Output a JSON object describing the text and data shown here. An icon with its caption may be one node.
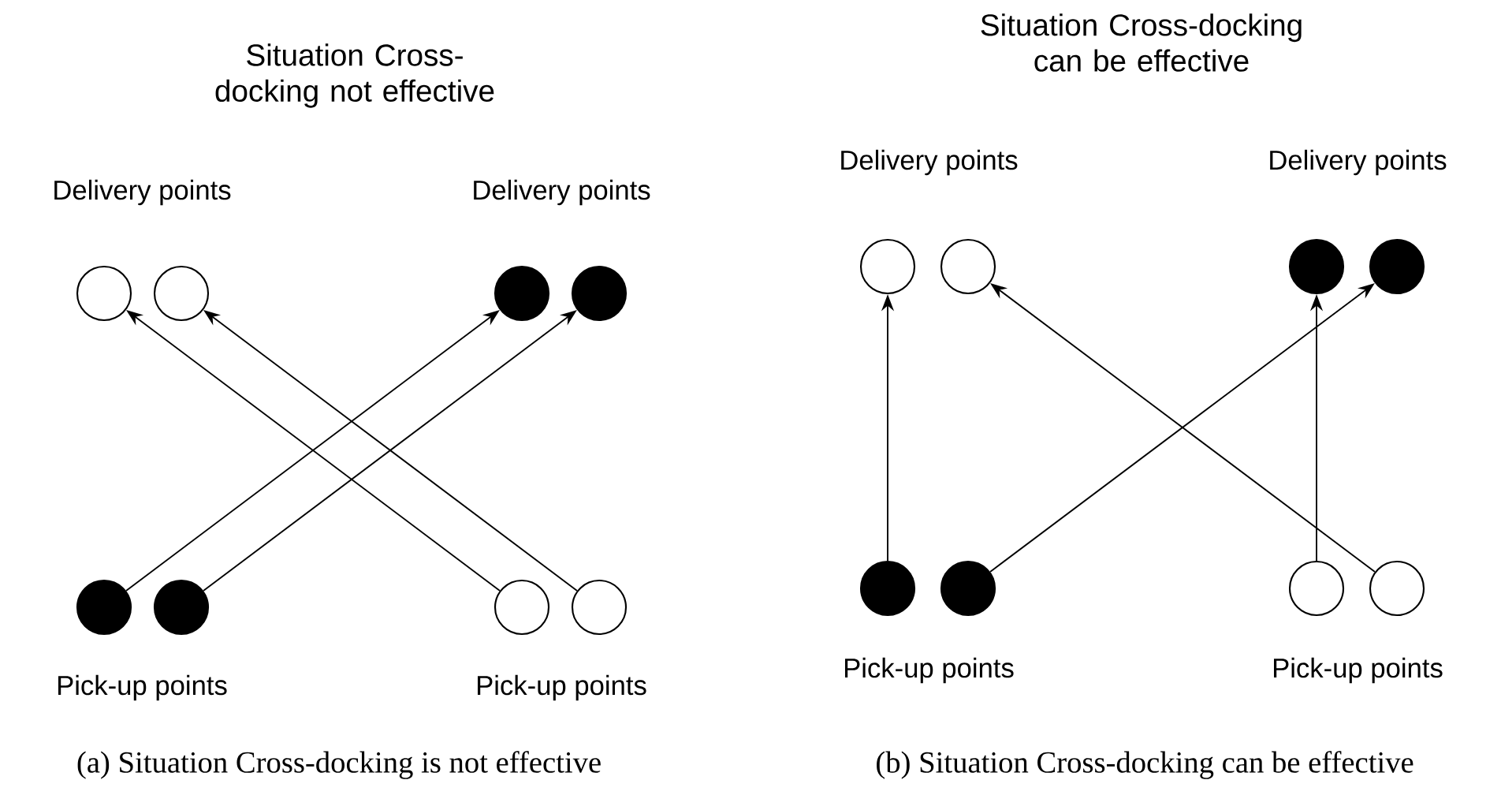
{
  "diagram": {
    "nodes": [
      {
        "text": [],
        "shape": "circle"
      },
      {
        "text": [],
        "shape": "circle"
      },
      {
        "text": [],
        "shape": "dot"
      },
      {
        "text": [],
        "shape": "dot"
      },
      {
        "text": [],
        "shape": "dot"
      },
      {
        "text": [],
        "shape": "dot"
      },
      {
        "text": [],
        "shape": "circle"
      },
      {
        "text": [],
        "shape": "circle"
      },
      {
        "text": [],
        "shape": "circle"
      },
      {
        "text": [],
        "shape": "circle"
      },
      {
        "text": [],
        "shape": "dot"
      },
      {
        "text": [],
        "shape": "dot"
      },
      {
        "text": [],
        "shape": "dot"
      },
      {
        "text": [],
        "shape": "dot"
      },
      {
        "text": [],
        "shape": "circle"
      },
      {
        "text": [],
        "shape": "circle"
      }
    ],
    "edges": [
      {
        "from": 4,
        "to": 2,
        "arrow": "to"
      },
      {
        "from": 5,
        "to": 3,
        "arrow": "to"
      },
      {
        "from": 6,
        "to": 0,
        "arrow": "to"
      },
      {
        "from": 7,
        "to": 1,
        "arrow": "to"
      },
      {
        "from": 12,
        "to": 8,
        "arrow": "to"
      },
      {
        "from": 13,
        "to": 11,
        "arrow": "to"
      },
      {
        "from": 14,
        "to": 10,
        "arrow": "to"
      },
      {
        "from": 15,
        "to": 9,
        "arrow": "to"
      }
    ],
    "labels": [
      "Situation Cross-docking not effective",
      "Situation Cross-docking can be effective",
      "Delivery points",
      "Delivery points",
      "Delivery points",
      "Delivery points",
      "Pick-up points",
      "Pick-up points",
      "Pick-up points",
      "Pick-up points",
      "(a) Situation Cross-docking is not effective",
      "(b) Situation Cross-docking can be effective"
    ]
  }
}
